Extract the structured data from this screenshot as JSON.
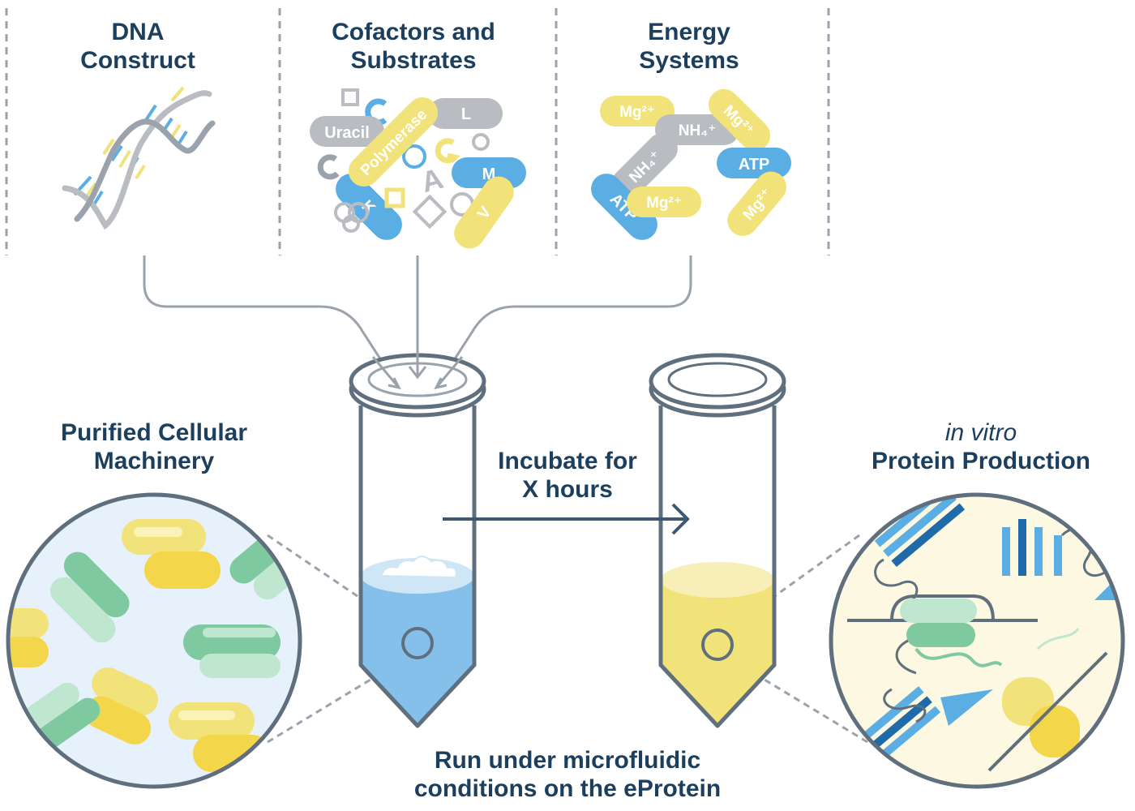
{
  "sections": {
    "dna": {
      "line1": "DNA",
      "line2": "Construct"
    },
    "cofactors": {
      "line1": "Cofactors and",
      "line2": "Substrates",
      "pills": {
        "uracil": "Uracil",
        "polymerase": "Polymerase",
        "l": "L",
        "m": "M",
        "k": "K",
        "v": "V"
      },
      "letters": {
        "a": "A"
      }
    },
    "energy": {
      "line1": "Energy",
      "line2": "Systems",
      "pills": {
        "mg_1": "Mg²⁺",
        "nh4_1": "NH₄⁺",
        "mg_2": "Mg²⁺",
        "atp_1": "ATP",
        "nh4_2": "NH₄⁺",
        "atp_2": "ATP",
        "mg_3": "Mg²⁺",
        "mg_4": "Mg²⁺"
      }
    }
  },
  "machinery": {
    "line1": "Purified Cellular",
    "line2": "Machinery"
  },
  "incubate": {
    "line1": "Incubate for",
    "line2": "X hours"
  },
  "production": {
    "line1": "in vitro",
    "line2": "Protein Production"
  },
  "run": {
    "line1": "Run under microfluidic",
    "line2": "conditions on the eProtein"
  },
  "colors": {
    "navy": "#1c3f5e",
    "slate": "#5f6f7d",
    "gray": "#b9bcc1",
    "blue": "#5aaee3",
    "yellow": "#f2e27a",
    "green": "#7ec9a0",
    "light_blue_bg": "#e6f1fb",
    "light_yellow_bg": "#fdf8e1"
  }
}
